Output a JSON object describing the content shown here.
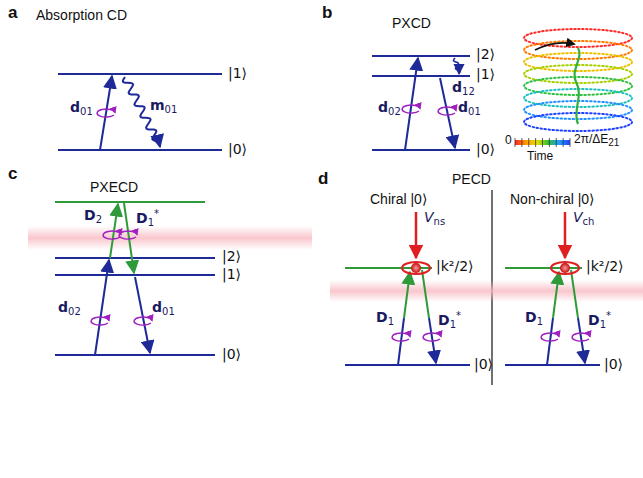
{
  "diagram": {
    "labels": [
      "a",
      "Absorption CD",
      "|1⟩",
      "|0⟩",
      "d01",
      "m01",
      "b",
      "PXCD",
      "|2⟩",
      "|1⟩",
      "|0⟩",
      "d12",
      "d02",
      "d01",
      "0",
      "2π/ΔE21",
      "Time",
      "c",
      "PXECD",
      "D2",
      "D1*",
      "|2⟩",
      "|1⟩",
      "d02",
      "d01",
      "|0⟩",
      "d",
      "PECD",
      "Chiral |0⟩",
      "Non-chiral |0⟩",
      "Vns",
      "Vch",
      "|k²/2⟩",
      "|k²/2⟩",
      "D1",
      "D1*",
      "D1",
      "D1*",
      "|0⟩",
      "|0⟩"
    ]
  }
}
